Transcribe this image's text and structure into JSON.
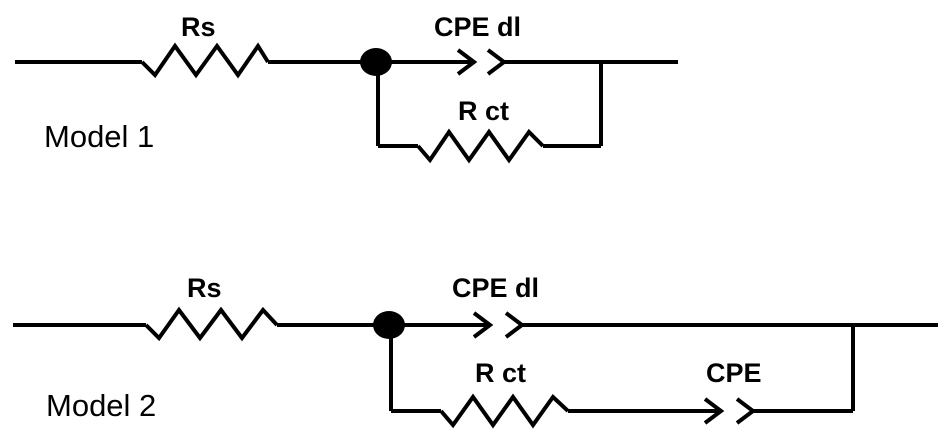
{
  "colors": {
    "background": "#ffffff",
    "ink": "#000000"
  },
  "models": [
    {
      "title": "Model 1",
      "series_resistor": "Rs",
      "upper_element": "CPE dl",
      "lower_resistor": "R ct"
    },
    {
      "title": "Model 2",
      "series_resistor": "Rs",
      "upper_element": "CPE dl",
      "lower_resistor": "R ct",
      "lower_element": "CPE"
    }
  ]
}
